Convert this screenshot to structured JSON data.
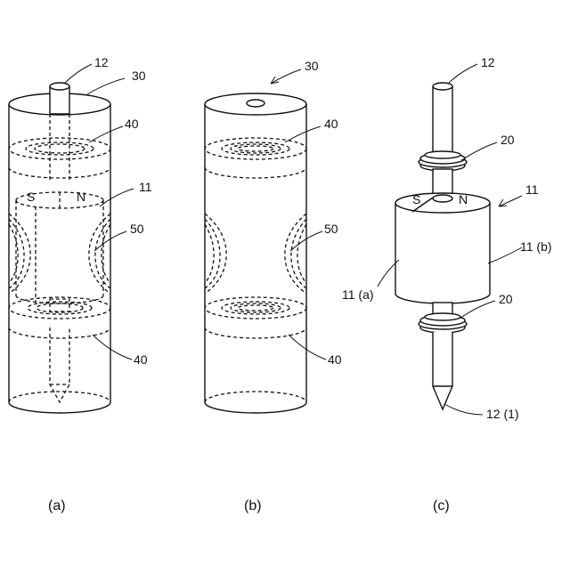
{
  "panel_a": {
    "caption": "(a)",
    "labels": {
      "shaft": "12",
      "case": "30",
      "ring_top": "40",
      "magnet": "11",
      "pole_s": "S",
      "pole_n": "N",
      "yoke": "50",
      "ring_bottom": "40"
    }
  },
  "panel_b": {
    "caption": "(b)",
    "labels": {
      "case": "30",
      "ring_top": "40",
      "yoke": "50",
      "ring_bottom": "40"
    }
  },
  "panel_c": {
    "caption": "(c)",
    "labels": {
      "shaft": "12",
      "bearing_top": "20",
      "magnet": "11",
      "pole_s": "S",
      "pole_n": "N",
      "magnet_half_b": "11 (b)",
      "magnet_half_a": "11 (a)",
      "bearing_bottom": "20",
      "tip": "12 (1)"
    }
  }
}
